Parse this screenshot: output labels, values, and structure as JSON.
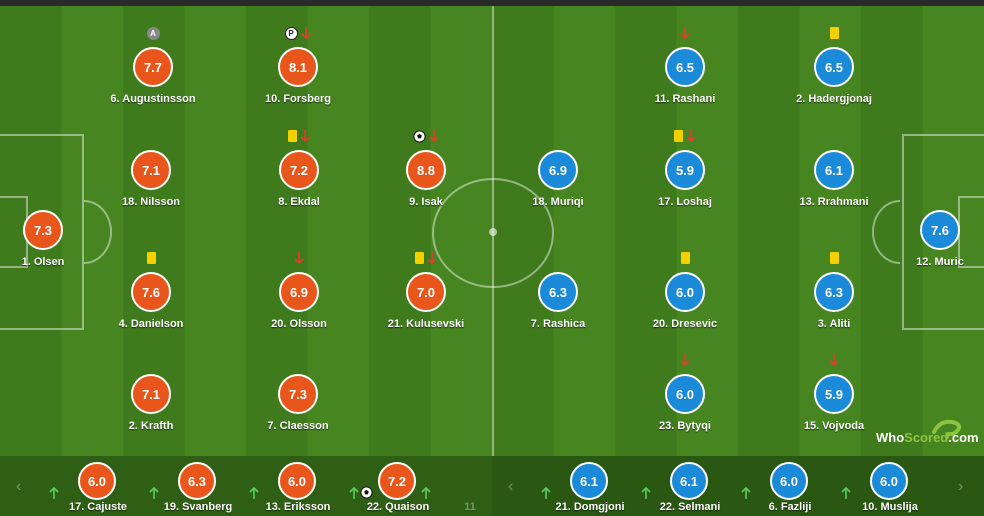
{
  "colors": {
    "home": "#e8561c",
    "away": "#1b8ad8",
    "card": "#f5d000",
    "arrow_down": "#e53b2b",
    "arrow_up": "#56d15a"
  },
  "home": [
    {
      "number_name": "6. Augustinsson",
      "rating": "7.7",
      "icons": [
        "captain-badge"
      ]
    },
    {
      "number_name": "10. Forsberg",
      "rating": "8.1",
      "icons": [
        "penalty-badge",
        "sub-off-arrow"
      ]
    },
    {
      "number_name": "18. Nilsson",
      "rating": "7.1",
      "icons": []
    },
    {
      "number_name": "8. Ekdal",
      "rating": "7.2",
      "icons": [
        "yellow-card",
        "sub-off-arrow"
      ]
    },
    {
      "number_name": "9. Isak",
      "rating": "8.8",
      "icons": [
        "goal-ball",
        "sub-off-arrow"
      ]
    },
    {
      "number_name": "1. Olsen",
      "rating": "7.3",
      "icons": []
    },
    {
      "number_name": "4. Danielson",
      "rating": "7.6",
      "icons": [
        "yellow-card"
      ]
    },
    {
      "number_name": "20. Olsson",
      "rating": "6.9",
      "icons": [
        "sub-off-arrow"
      ]
    },
    {
      "number_name": "21. Kulusevski",
      "rating": "7.0",
      "icons": [
        "yellow-card",
        "sub-off-arrow"
      ]
    },
    {
      "number_name": "2. Krafth",
      "rating": "7.1",
      "icons": []
    },
    {
      "number_name": "7. Claesson",
      "rating": "7.3",
      "icons": []
    }
  ],
  "away": [
    {
      "number_name": "11. Rashani",
      "rating": "6.5",
      "icons": [
        "sub-off-arrow"
      ]
    },
    {
      "number_name": "2. Hadergjonaj",
      "rating": "6.5",
      "icons": [
        "yellow-card"
      ]
    },
    {
      "number_name": "18. Muriqi",
      "rating": "6.9",
      "icons": []
    },
    {
      "number_name": "17. Loshaj",
      "rating": "5.9",
      "icons": [
        "yellow-card",
        "sub-off-arrow"
      ]
    },
    {
      "number_name": "13. Rrahmani",
      "rating": "6.1",
      "icons": []
    },
    {
      "number_name": "12. Muric",
      "rating": "7.6",
      "icons": []
    },
    {
      "number_name": "7. Rashica",
      "rating": "6.3",
      "icons": []
    },
    {
      "number_name": "20. Dresevic",
      "rating": "6.0",
      "icons": [
        "yellow-card"
      ]
    },
    {
      "number_name": "3. Aliti",
      "rating": "6.3",
      "icons": [
        "yellow-card"
      ]
    },
    {
      "number_name": "23. Bytyqi",
      "rating": "6.0",
      "icons": [
        "sub-off-arrow"
      ]
    },
    {
      "number_name": "15. Vojvoda",
      "rating": "5.9",
      "icons": [
        "sub-off-arrow"
      ]
    }
  ],
  "home_subs": [
    {
      "number_name": "17. Cajuste",
      "rating": "6.0",
      "icons": [
        "sub-on-arrow"
      ]
    },
    {
      "number_name": "19. Svanberg",
      "rating": "6.3",
      "icons": [
        "sub-on-arrow"
      ]
    },
    {
      "number_name": "13. Eriksson",
      "rating": "6.0",
      "icons": [
        "sub-on-arrow"
      ]
    },
    {
      "number_name": "22. Quaison",
      "rating": "7.2",
      "icons": [
        "sub-on-arrow",
        "goal-ball"
      ]
    },
    {
      "number_name": "11",
      "rating": "",
      "icons": [
        "sub-on-arrow"
      ]
    }
  ],
  "away_subs": [
    {
      "number_name": "21. Domgjoni",
      "rating": "6.1",
      "icons": [
        "sub-on-arrow"
      ]
    },
    {
      "number_name": "22. Selmani",
      "rating": "6.1",
      "icons": [
        "sub-on-arrow"
      ]
    },
    {
      "number_name": "6. Fazliji",
      "rating": "6.0",
      "icons": [
        "sub-on-arrow"
      ]
    },
    {
      "number_name": "10. Muslija",
      "rating": "6.0",
      "icons": [
        "sub-on-arrow"
      ]
    }
  ],
  "bench_nav": {
    "prev": "‹",
    "next": "›"
  },
  "logo": {
    "who": "Who",
    "scored": "Scored",
    "dotcom": ".com"
  }
}
